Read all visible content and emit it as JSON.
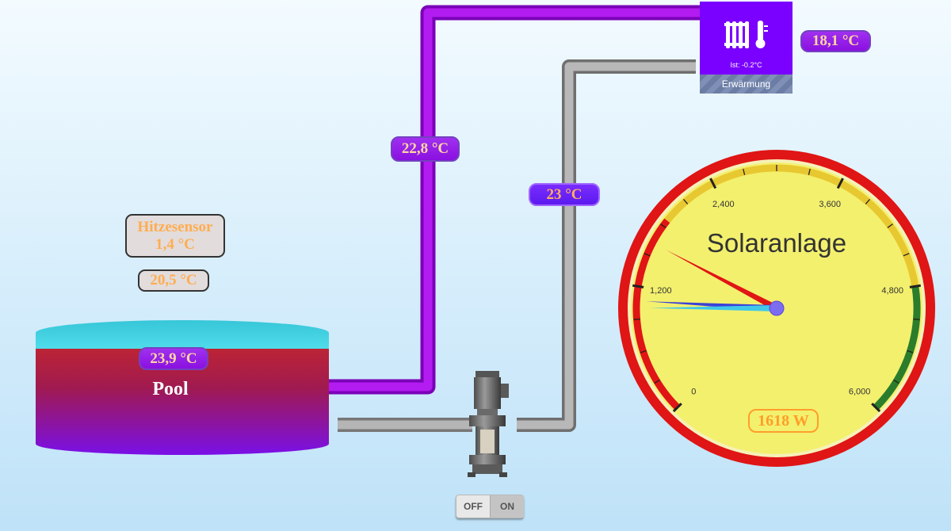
{
  "pool": {
    "label": "Pool",
    "temperature": "23,9 °C"
  },
  "sensor": {
    "name": "Hitzesensor",
    "value": "1,4 °C",
    "second_value": "20,5 °C"
  },
  "pipes": {
    "hot_pipe_temperature": "22,8 °C",
    "return_pipe_temperature": "23 °C"
  },
  "heater": {
    "actual_label": "Ist: -0.2°C",
    "status": "Erwärmung",
    "temperature": "18,1 °C",
    "color": "#7a00ff",
    "icons": [
      "radiator-icon",
      "thermometer-icon"
    ]
  },
  "pump": {
    "icon": "pump-icon",
    "toggle": {
      "off_label": "OFF",
      "on_label": "ON",
      "state": "on"
    }
  },
  "gauge": {
    "title": "Solaranlage",
    "value_label": "1618 W",
    "value": 1618,
    "min": 0,
    "max": 6000,
    "tick_labels": [
      "0",
      "1,200",
      "2,400",
      "3,600",
      "4,800",
      "6,000"
    ],
    "zones": {
      "red": "#e01515",
      "yellow": "#e8c830",
      "green": "#2b7d2b"
    },
    "face_color": "#f3f06e"
  }
}
